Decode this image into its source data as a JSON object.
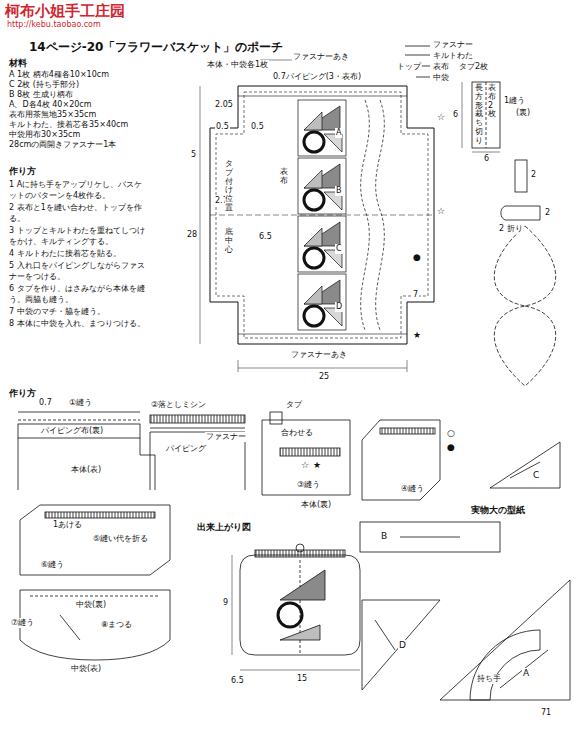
{
  "diagram": {
    "title": "14ページ-20「フラワーバスケット」のポーチ",
    "labels": [
      "柯布小姐手工庄园",
      "http://kebu.taobao.com",
      "材料",
      "A 1枚 柄布4種各10×10cm",
      "C 2枚 (持ち手部分)",
      "B 8枚 生成り柄布",
      "A、D各4枚 40×20cm",
      "表布用茶無地35×35cm",
      "キルトわた、接着芯各35×40cm",
      "中袋用布30×35cm",
      "28cmの両開きファスナー1本",
      "作り方",
      "1 Aに持ち手をアップリケし、バスケットのパターンを4枚作る。",
      "2 表布と1を縫い合わせ、トップを作る。",
      "3 トップとキルトわたを重ねてしつけをかけ、キルティングする。",
      "4 キルトわたに接着芯を貼る。",
      "5 入れ口をパイピングしながらファスナーをつける。",
      "6 タブを作り、はさみながら本体を縫う。両脇も縫う。",
      "7 中袋のマチ・脇を縫う。",
      "8 本体に中袋を入れ、まつりつける。",
      "本体・中袋各1枚",
      "ファスナーあき",
      "0.7パイピング(3・表布)",
      "2.05",
      "0.5",
      "0.5",
      "表布",
      "5",
      "2.75",
      "28",
      "6.5",
      "タブ付け位置",
      "底中心",
      "7",
      "ファスナーあき",
      "25",
      "A",
      "B",
      "C",
      "D",
      "ファスナー",
      "キルトわた",
      "トップ",
      "表布",
      "中袋",
      "タブ2枚",
      "長方形裁ち切り",
      "表布2枚",
      "6",
      "6",
      "1縫う",
      "(裏)",
      "2",
      "2 折り",
      "2",
      "☆",
      "☆",
      "★",
      "●",
      "作り方",
      "0.7",
      "①縫う",
      "パイピング布(裏)",
      "本体(表)",
      "②落としミシン",
      "ファスナー",
      "パイピング",
      "タブ",
      "合わせる",
      "☆",
      "★",
      "③縫う",
      "本体(裏)",
      "④縫う",
      "○",
      "●",
      "1あける",
      "⑤縫い代を折る",
      "⑥縫う",
      "中袋(裏)",
      "⑦縫う",
      "⑧まつる",
      "中袋(表)",
      "出来上がり図",
      "9",
      "6.5",
      "15",
      "実物大の型紙",
      "B",
      "C",
      "D",
      "A",
      "持ち手",
      "71"
    ]
  }
}
